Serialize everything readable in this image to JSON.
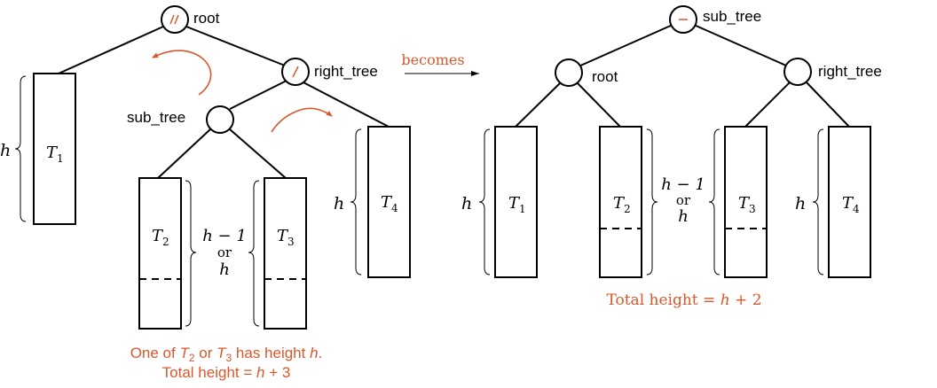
{
  "left": {
    "node_root": "root",
    "node_right": "right_tree",
    "node_sub": "sub_tree",
    "t1": "T",
    "t1_sub": "1",
    "t2": "T",
    "t2_sub": "2",
    "t3": "T",
    "t3_sub": "3",
    "t4": "T",
    "t4_sub": "4",
    "h": "h",
    "hminus1": "h − 1",
    "or": "or",
    "caption_line1_a": "One of ",
    "caption_line1_t2": "T",
    "caption_line1_t2_sub": "2",
    "caption_line1_b": " or ",
    "caption_line1_t3": "T",
    "caption_line1_t3_sub": "3",
    "caption_line1_c": " has height ",
    "caption_line1_h": "h",
    "caption_line1_d": ".",
    "caption_line2_a": "Total height = ",
    "caption_line2_h": "h",
    "caption_line2_b": " + 3"
  },
  "middle": {
    "becomes": "becomes"
  },
  "right": {
    "node_sub": "sub_tree",
    "node_root": "root",
    "node_right": "right_tree",
    "t1": "T",
    "t1_sub": "1",
    "t2": "T",
    "t2_sub": "2",
    "t3": "T",
    "t3_sub": "3",
    "t4": "T",
    "t4_sub": "4",
    "h": "h",
    "hminus1": "h − 1",
    "or": "or",
    "caption_a": "Total height = ",
    "caption_h": "h",
    "caption_b": " + 2"
  },
  "colors": {
    "accent": "#d9572b",
    "ink": "#000000"
  },
  "icons": [
    "balance-double-slash-icon",
    "balance-slash-icon",
    "balance-minus-icon",
    "rotation-arrow-icon"
  ]
}
